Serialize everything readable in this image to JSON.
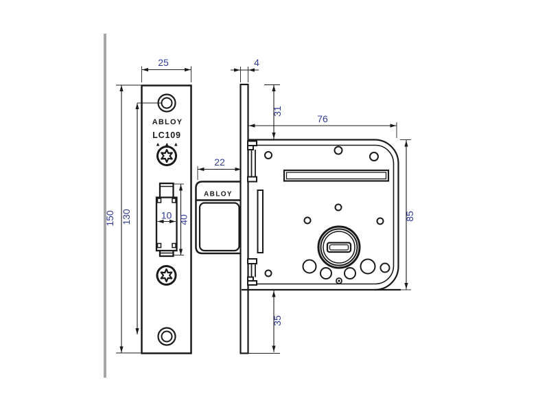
{
  "labels": {
    "faceplate_brand": "ABLOY",
    "faceplate_model": "LC109",
    "faceplate_triangles": "▲ ▲ ▲",
    "bolt_brand": "ABLOY"
  },
  "dimensions": {
    "faceplate_width": "25",
    "faceplate_height": "150",
    "screw_hole_spacing": "130",
    "bolt_cutout_width": "10",
    "bolt_cutout_height": "40",
    "bolt_throw": "22",
    "faceplate_thickness": "4",
    "case_top_offset": "31",
    "case_width": "76",
    "case_height": "85",
    "case_bottom_offset": "35"
  },
  "colors": {
    "object_line": "#1a1a1a",
    "dimension_text": "#2e3a96",
    "door_edge_line": "#a6a6a6",
    "background": "#ffffff"
  }
}
